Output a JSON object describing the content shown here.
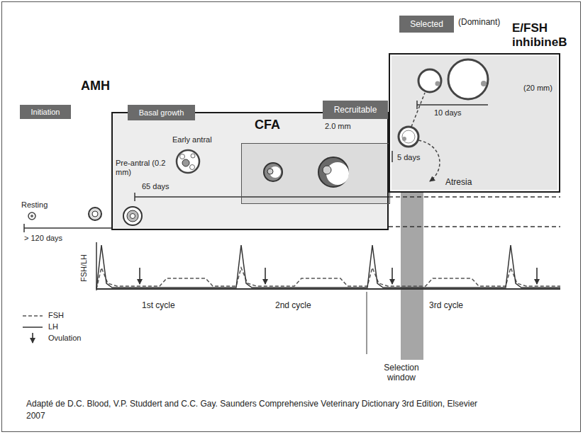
{
  "diagram": {
    "caption": "Adapté de D.C. Blood, V.P. Studdert and C.C. Gay. Saunders Comprehensive Veterinary Dictionary 3rd Edition, Elsevier 2007",
    "nodes": [
      {
        "text": [
          "Initiation"
        ]
      },
      {
        "text": [
          "AMH"
        ]
      },
      {
        "text": [
          "Basal growth"
        ]
      },
      {
        "text": [
          "CFA"
        ],
        "in": 1
      },
      {
        "text": [
          "Recruitable"
        ]
      },
      {
        "text": [
          "Selected"
        ]
      },
      {
        "text": [
          "E/FSH inhibineB"
        ]
      }
    ],
    "labels": [
      "Resting",
      "> 120 days",
      "Pre-antral (0.2 mm)",
      "65 days",
      "Early antral",
      "2.0 mm",
      "5 days",
      "(Dominant)",
      "10 days",
      "(20 mm)",
      "Atresia",
      "FSH/LH",
      "1st cycle",
      "2nd cycle",
      "3rd cycle",
      "Selection window"
    ],
    "legend": [
      {
        "text": "FSH"
      },
      {
        "text": "LH"
      },
      {
        "text": "Ovulation"
      }
    ]
  }
}
